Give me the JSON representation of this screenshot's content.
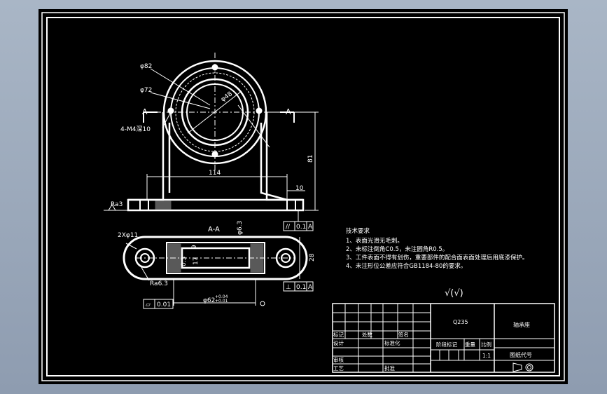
{
  "colors": {
    "background": "#000000",
    "lines": "#ffffff",
    "hatch": "#ffffff",
    "surround": "#9aa8ba"
  },
  "dims": {
    "d82": "φ82",
    "d72": "φ72",
    "d48": "φ48",
    "holes": "4-M4深10",
    "width114": "114",
    "h81": "81",
    "t10": "10",
    "ra3": "Ra3",
    "par": "//",
    "tol": "0.1",
    "datum": "A",
    "section": "A-A",
    "section_mark": "A",
    "slot_w": "7",
    "slot_d": "φ6.3",
    "depth9": "9",
    "len17": "17",
    "base35": "0.3",
    "h28": "28",
    "holes2": "2Xφ11",
    "ra63": "Ra6.3",
    "flat": "▱",
    "flat_tol": "0.01",
    "d62": "φ62",
    "d62_tol_upper": "+0.04",
    "d62_tol_lower": "+0.01",
    "perp": "⊥",
    "perp_tol": "0.1"
  },
  "notes": {
    "heading": "技术要求",
    "lines": [
      "1、表面光滑无毛刺。",
      "2、未标注倒角C0.5，未注圆角R0.5。",
      "3、工件表面不得有划伤，重要部件的配合面表面处理后用底漆保护。",
      "4、未注形位公差应符合GB1184-80的要求。"
    ]
  },
  "roughness": "√(√)",
  "title_block": {
    "material": "Q235",
    "part_name": "轴承座",
    "drawing_code": "图纸代号",
    "mark": "标记",
    "count": "处数",
    "sign": "签名",
    "design": "设计",
    "std": "标准化",
    "stage": "阶段标记",
    "weight": "重量",
    "scale_label": "比例",
    "scale": "1:1",
    "check": "审核",
    "craft": "工艺",
    "approve": "批准"
  }
}
